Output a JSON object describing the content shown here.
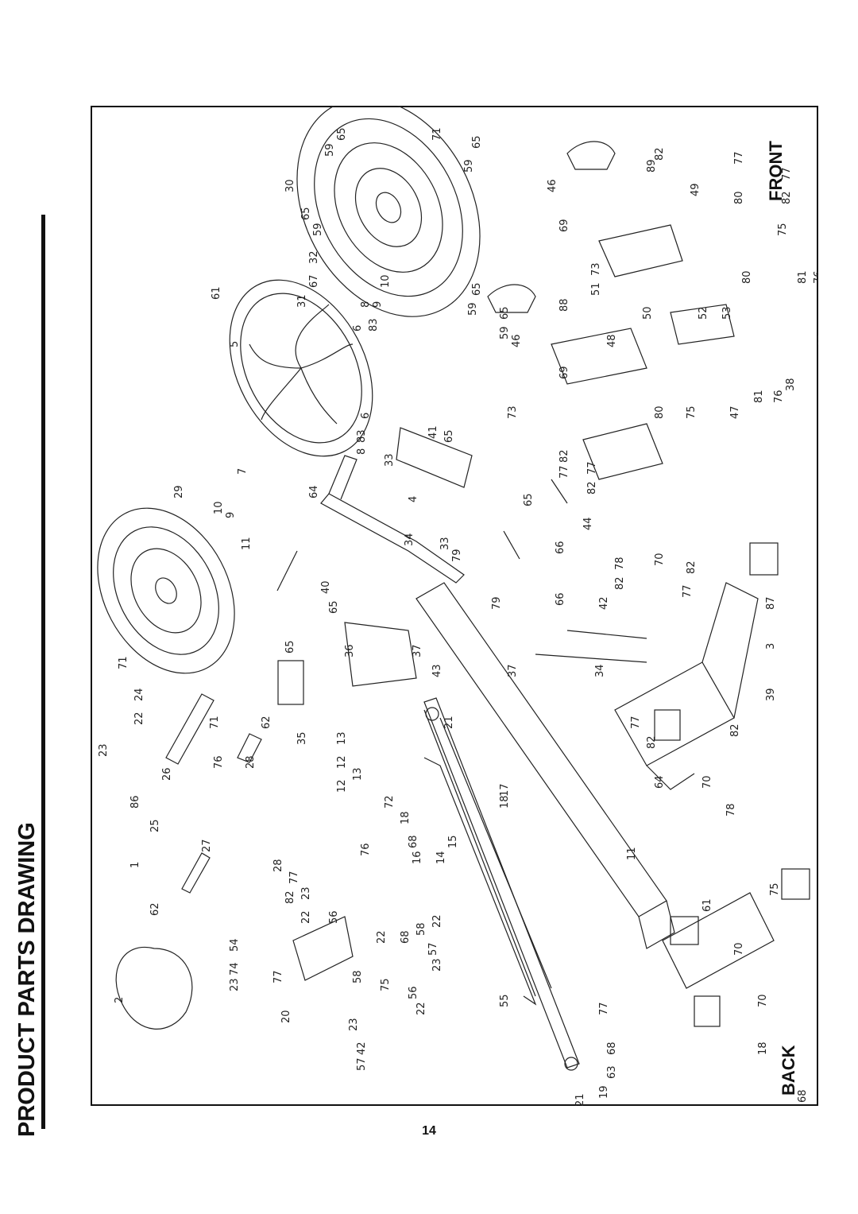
{
  "page": {
    "title": "PRODUCT PARTS DRAWING",
    "number": "14"
  },
  "orientation": {
    "front_label": "FRONT",
    "back_label": "BACK"
  },
  "callouts": [
    "65",
    "59",
    "71",
    "65",
    "59",
    "30",
    "65",
    "59",
    "32",
    "67",
    "31",
    "10",
    "9",
    "8",
    "83",
    "6",
    "5",
    "65",
    "59",
    "65",
    "59",
    "46",
    "89",
    "82",
    "77",
    "80",
    "82",
    "77",
    "49",
    "69",
    "75",
    "73",
    "51",
    "80",
    "81",
    "76",
    "46",
    "88",
    "50",
    "52",
    "53",
    "48",
    "67",
    "69",
    "38",
    "81",
    "76",
    "73",
    "80",
    "75",
    "47",
    "6",
    "83",
    "8",
    "7",
    "29",
    "10",
    "9",
    "11",
    "33",
    "41",
    "65",
    "82",
    "77",
    "77",
    "82",
    "64",
    "4",
    "65",
    "34",
    "33",
    "79",
    "44",
    "71",
    "40",
    "65",
    "66",
    "78",
    "82",
    "65",
    "37",
    "79",
    "66",
    "42",
    "70",
    "82",
    "77",
    "87",
    "36",
    "43",
    "37",
    "34",
    "3",
    "39",
    "24",
    "22",
    "71",
    "62",
    "35",
    "76",
    "68",
    "21",
    "77",
    "82",
    "64",
    "13",
    "12",
    "23",
    "26",
    "28",
    "12",
    "13",
    "72",
    "18",
    "17",
    "18",
    "78",
    "82",
    "70",
    "86",
    "25",
    "27",
    "76",
    "68",
    "16",
    "15",
    "14",
    "11",
    "1",
    "62",
    "28",
    "77",
    "82",
    "23",
    "22",
    "56",
    "75",
    "61",
    "70",
    "2",
    "54",
    "74",
    "23",
    "22",
    "58",
    "58",
    "57",
    "23",
    "22",
    "77",
    "55",
    "20",
    "75",
    "56",
    "22",
    "23",
    "42",
    "57",
    "77",
    "68",
    "18",
    "70",
    "63",
    "19",
    "21",
    "68",
    "61"
  ]
}
